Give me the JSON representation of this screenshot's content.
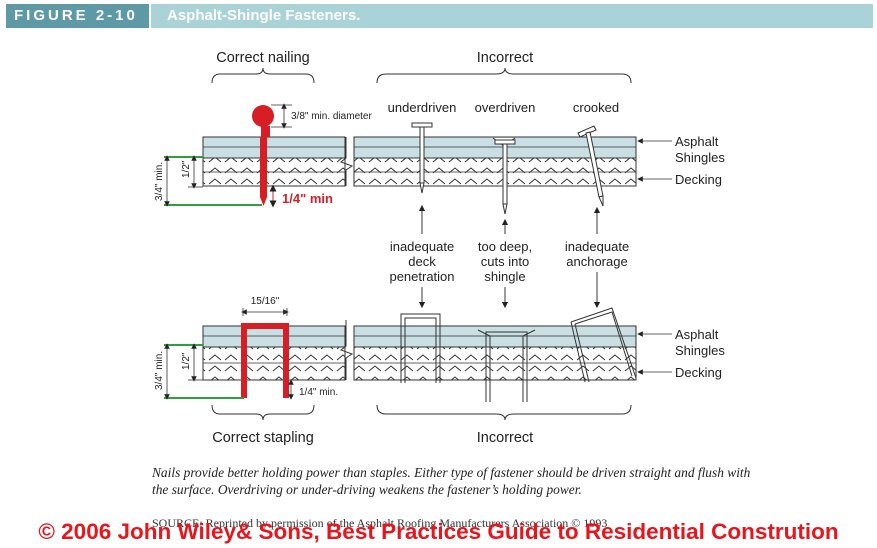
{
  "figure": {
    "label": "FIGURE 2-10",
    "title": "Asphalt-Shingle Fasteners."
  },
  "labels": {
    "correct_nailing": "Correct nailing",
    "incorrect_top": "Incorrect",
    "correct_stapling": "Correct stapling",
    "incorrect_bottom": "Incorrect",
    "underdriven": "underdriven",
    "overdriven": "overdriven",
    "crooked": "crooked",
    "asphalt_1": "Asphalt",
    "shingles_1": "Shingles",
    "decking_1": "Decking",
    "asphalt_2": "Asphalt",
    "shingles_2": "Shingles",
    "decking_2": "Decking",
    "inadequate_line1": "inadequate",
    "inadequate_line2": "deck",
    "inadequate_line3": "penetration",
    "too_deep_line1": "too deep,",
    "too_deep_line2": "cuts into",
    "too_deep_line3": "shingle",
    "anchorage_line1": "inadequate",
    "anchorage_line2": "anchorage"
  },
  "dimensions": {
    "head_diameter": "3/8\" min. diameter",
    "half_top": "1/2\"",
    "three_quarter_top": "3/4\" min.",
    "quarter_min_nail": "1/4\" min",
    "crown": "15/16\"",
    "half_bottom": "1/2\"",
    "three_quarter_bottom": "3/4\" min.",
    "quarter_min_staple": "1/4\" min."
  },
  "caption": "Nails provide better holding power than staples. Either type of fastener should be driven straight and flush with the surface. Overdriving or under-driving weakens the fastener’s holding power.",
  "source": "SOURCE: Reprinted by permission of the Asphalt Roofing Manufacturers Association © 1993",
  "copyright": "© 2006 John Wiley& Sons, Best Practices Guide to Residential Constrution",
  "colors": {
    "header_dark": "#5e9aa6",
    "header_light": "#a9d3d7",
    "fastener_correct": "#d81e25",
    "guide_green": "#2e9e3e",
    "shingle_fill": "#c9dfe4",
    "copyright": "#e8151c"
  }
}
